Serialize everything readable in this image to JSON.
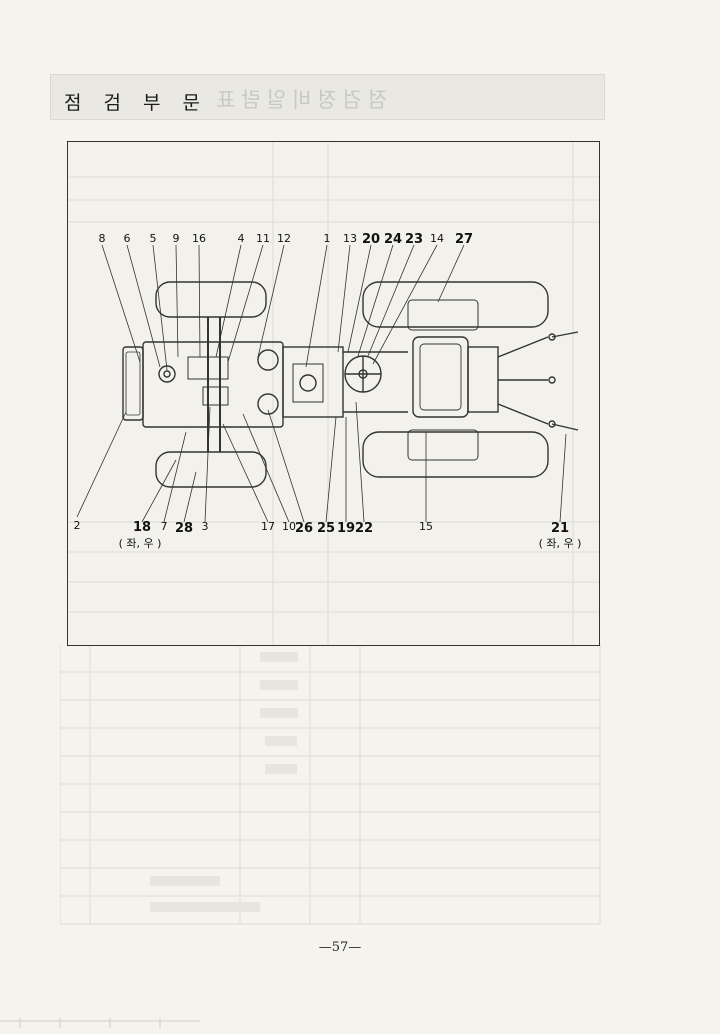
{
  "page": {
    "section_title": "점 검 부 문",
    "page_number": "—57—"
  },
  "diagram": {
    "callouts_top": [
      "8",
      "6",
      "5",
      "9",
      "16",
      "4",
      "11",
      "12",
      "1",
      "13",
      "20",
      "24",
      "23",
      "14",
      "27"
    ],
    "callouts_bottom": [
      "2",
      "18",
      "7",
      "28",
      "3",
      "17",
      "10",
      "26",
      "25",
      "19",
      "22",
      "15",
      "21"
    ],
    "side_note_left": "( 좌, 우 )",
    "side_note_right": "( 좌, 우 )"
  }
}
